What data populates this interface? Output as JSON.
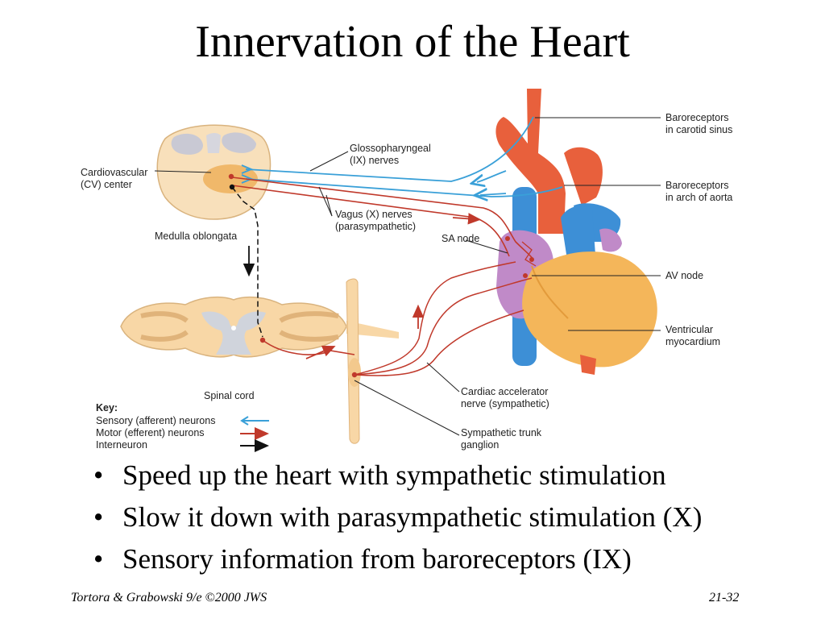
{
  "slide": {
    "title": "Innervation of the Heart"
  },
  "diagram": {
    "labels": {
      "cv_center_line1": "Cardiovascular",
      "cv_center_line2": "(CV) center",
      "glosso_line1": "Glossopharyngeal",
      "glosso_line2": "(IX) nerves",
      "vagus_line1": "Vagus (X) nerves",
      "vagus_line2": "(parasympathetic)",
      "medulla": "Medulla oblongata",
      "spinal_cord": "Spinal cord",
      "sa_node": "SA node",
      "baro_carotid_line1": "Baroreceptors",
      "baro_carotid_line2": "in carotid sinus",
      "baro_aorta_line1": "Baroreceptors",
      "baro_aorta_line2": "in arch of aorta",
      "av_node": "AV node",
      "ventricular_line1": "Ventricular",
      "ventricular_line2": "myocardium",
      "cardiac_accel_line1": "Cardiac accelerator",
      "cardiac_accel_line2": "nerve (sympathetic)",
      "symp_trunk_line1": "Sympathetic trunk",
      "symp_trunk_line2": "ganglion"
    },
    "key": {
      "heading": "Key:",
      "items": [
        {
          "label": "Sensory (afferent) neurons",
          "color": "#3aa0d8"
        },
        {
          "label": "Motor (efferent) neurons",
          "color": "#c0392b"
        },
        {
          "label": "Interneuron",
          "color": "#111111"
        }
      ]
    },
    "colors": {
      "sensory": "#3aa0d8",
      "motor": "#c0392b",
      "interneuron": "#111111",
      "aorta": "#e8603c",
      "vein": "#3d8fd6",
      "atrium": "#c08ac8",
      "ventricle": "#f4b65a",
      "cord_tissue": "#f6d3a0"
    }
  },
  "bullets": [
    "Speed up the heart with sympathetic stimulation",
    "Slow it down with parasympathetic stimulation (X)",
    "Sensory information from baroreceptors (IX)"
  ],
  "bullet_glyph": "•",
  "footer": {
    "left": "Tortora & Grabowski 9/e ©2000 JWS",
    "right": "21-32"
  }
}
